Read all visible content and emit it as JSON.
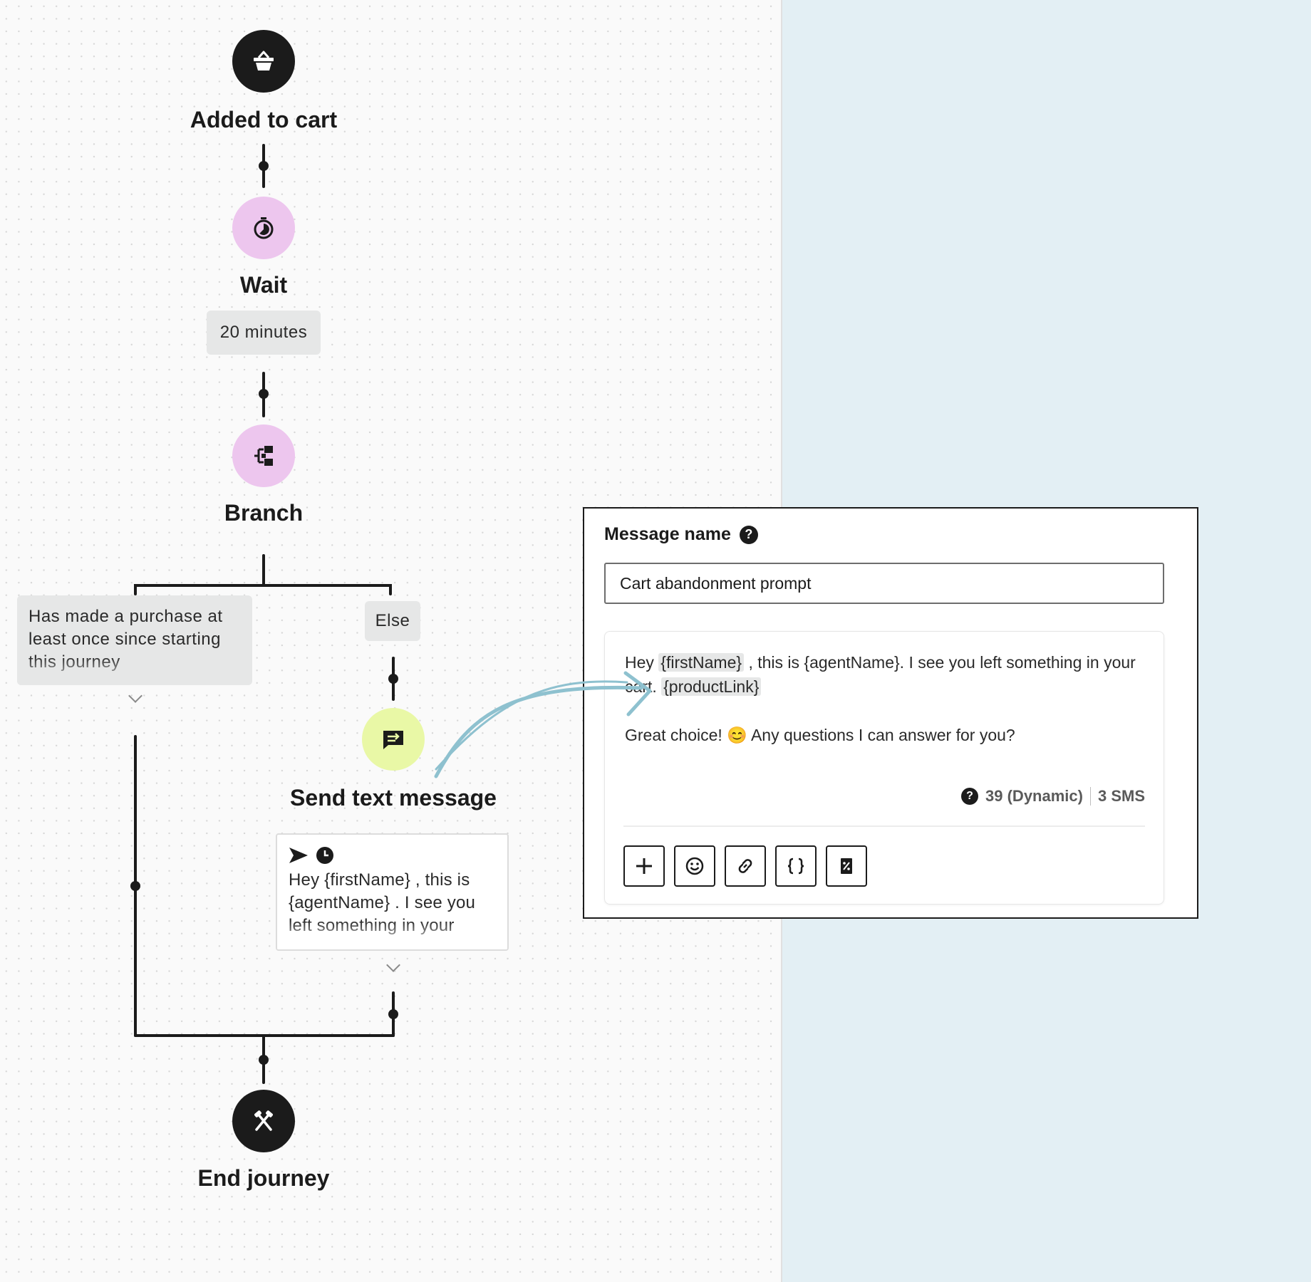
{
  "journey": {
    "trigger": {
      "label": "Added to cart",
      "icon": "basket-icon"
    },
    "wait": {
      "label": "Wait",
      "icon": "timer-icon",
      "duration": "20 minutes"
    },
    "branch": {
      "label": "Branch",
      "icon": "branch-icon",
      "condition": "Has made a purchase at least once since starting this journey",
      "else_label": "Else"
    },
    "send": {
      "label": "Send text message",
      "icon": "message-icon",
      "preview": "Hey {firstName} , this is {agentName} . I see you left something in your"
    },
    "end": {
      "label": "End journey",
      "icon": "end-journey-icon"
    }
  },
  "panel": {
    "title": "Message name",
    "name_value": "Cart abandonment prompt",
    "message": {
      "hey": "Hey",
      "var_first": "{firstName}",
      "mid": ", this is {agentName}. I see you left something in your cart.",
      "var_product": "{productLink}",
      "line2_a": "Great choice!",
      "emoji": "😊",
      "line2_b": "Any questions I can answer for you?"
    },
    "char_count": "39 (Dynamic)",
    "sms_count": "3 SMS",
    "toolbar": [
      "add-icon",
      "emoji-icon",
      "link-icon",
      "variable-icon",
      "coupon-icon"
    ]
  },
  "colors": {
    "dark_node": "#1b1b1b",
    "pink_node": "#edc6ee",
    "lime_node": "#e9f8a6",
    "arrow": "#8ec1cf",
    "right_background": "#e3eff4"
  }
}
